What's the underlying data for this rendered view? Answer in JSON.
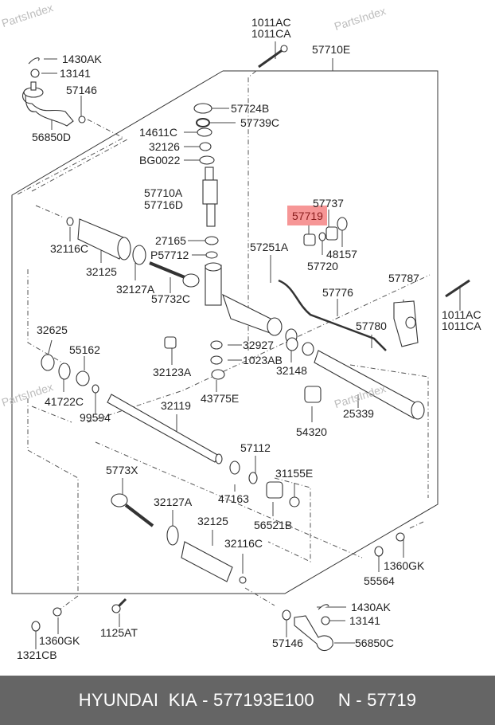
{
  "watermark": "PartsIndex",
  "highlight": {
    "part": "57719",
    "color": "#f58b8b"
  },
  "labels": {
    "l1011ac_top": "1011AC",
    "l1011ca_top": "1011CA",
    "l57710e": "57710E",
    "l1430ak_top": "1430AK",
    "l13141_top": "13141",
    "l57146_top": "57146",
    "l56850d": "56850D",
    "l57724b": "57724B",
    "l57739c": "57739C",
    "l14611c": "14611C",
    "l32126": "32126",
    "lbg0022": "BG0022",
    "l57710a": "57710A",
    "l57716d": "57716D",
    "l57737": "57737",
    "l57719": "57719",
    "l48157": "48157",
    "l57720": "57720",
    "l57251a": "57251A",
    "l32116c_top": "32116C",
    "l32125_top": "32125",
    "l32127a_top": "32127A",
    "l27165": "27165",
    "lp57712": "P57712",
    "l57732c": "57732C",
    "l57776": "57776",
    "l57787": "57787",
    "l1011ac_right": "1011AC",
    "l1011ca_right": "1011CA",
    "l57780": "57780",
    "l32625": "32625",
    "l55162": "55162",
    "l41722c": "41722C",
    "l99594": "99594",
    "l32123a": "32123A",
    "l32927": "32927",
    "l1023ab": "1023AB",
    "l32148": "32148",
    "l43775e": "43775E",
    "l25339": "25339",
    "l54320": "54320",
    "l32119": "32119",
    "l57112": "57112",
    "l5773x": "5773X",
    "l47163": "47163",
    "l31155e": "31155E",
    "l56521b": "56521B",
    "l32127a_bot": "32127A",
    "l32125_bot": "32125",
    "l32116c_bot": "32116C",
    "l1360gk_right": "1360GK",
    "l55564": "55564",
    "l1360gk_left": "1360GK",
    "l1125at": "1125AT",
    "l1321cb": "1321CB",
    "l1430ak_bot": "1430AK",
    "l13141_bot": "13141",
    "l57146_bot": "57146",
    "l56850c": "56850C"
  },
  "footer": {
    "brand": "HYUNDAI  KIA",
    "separator": " - ",
    "part_number": "577193E100",
    "n_label": "N",
    "n_value": "57719"
  }
}
